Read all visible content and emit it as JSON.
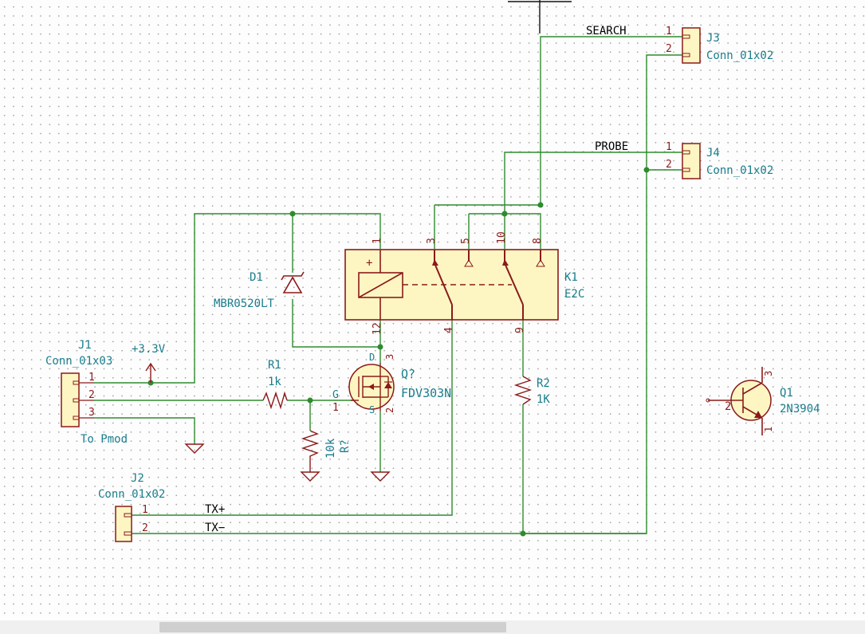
{
  "colors": {
    "wire": "#2e8b2e",
    "body_stroke": "#8b1a1a",
    "body_fill": "#fdf6c3",
    "ref": "#1a7d8c",
    "net_label": "#000000",
    "pin": "#8b1a1a",
    "power": "#8b1a1a"
  },
  "components": {
    "J1": {
      "ref": "J1",
      "value": "Conn_01x03",
      "pins": [
        "1",
        "2",
        "3"
      ],
      "description": "To Pmod"
    },
    "J2": {
      "ref": "J2",
      "value": "Conn_01x02",
      "pins": [
        "1",
        "2"
      ]
    },
    "J3": {
      "ref": "J3",
      "value": "Conn_01x02",
      "pins": [
        "1",
        "2"
      ]
    },
    "J4": {
      "ref": "J4",
      "value": "Conn_01x02",
      "pins": [
        "1",
        "2"
      ]
    },
    "K1": {
      "ref": "K1",
      "value": "E2C",
      "pins": {
        "p1": "1",
        "p3": "3",
        "p5": "5",
        "p10": "10",
        "p8": "8",
        "p12": "12",
        "p4": "4",
        "p9": "9"
      },
      "plus": "+"
    },
    "D1": {
      "ref": "D1",
      "value": "MBR0520LT"
    },
    "R1": {
      "ref": "R1",
      "value": "1k"
    },
    "R2": {
      "ref": "R2",
      "value": "1K"
    },
    "Rq": {
      "ref": "R?",
      "value": "10k"
    },
    "Q": {
      "ref": "Q?",
      "value": "FDV303N",
      "pins": {
        "g": "G",
        "d": "D",
        "s": "S",
        "p1": "1",
        "p2": "2",
        "p3": "3"
      }
    },
    "Q1": {
      "ref": "Q1",
      "value": "2N3904",
      "pins": {
        "p1": "1",
        "p2": "2",
        "p3": "3"
      }
    }
  },
  "power": {
    "vcc": "+3.3V"
  },
  "nets": {
    "search": "SEARCH",
    "probe": "PROBE",
    "txp": "TX+",
    "txn": "TX−"
  },
  "icons": [
    "power-arrow-icon",
    "ground-icon",
    "relay-coil-icon",
    "diode-icon",
    "mosfet-icon",
    "npn-transistor-icon",
    "resistor-icon"
  ]
}
